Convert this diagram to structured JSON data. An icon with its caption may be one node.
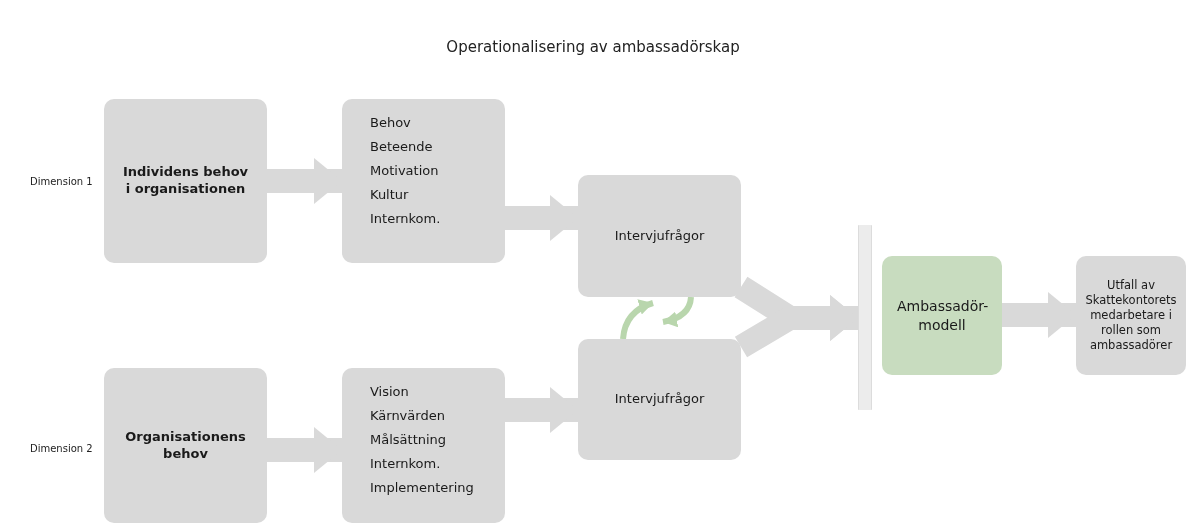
{
  "diagram": {
    "title": "Operationalisering av ambassadörskap",
    "nodes": [
      {
        "text": [
          "Individens behov i organisationen"
        ]
      },
      {
        "text": [
          "Behov",
          "Beteende",
          "Motivation",
          "Kultur",
          "Internkom."
        ]
      },
      {
        "text": [
          "Organisationens behov"
        ]
      },
      {
        "text": [
          "Vision",
          "Kärnvärden",
          "Målsättning",
          "Internkom.",
          "Implementering"
        ]
      },
      {
        "text": [
          "Intervjufrågor"
        ]
      },
      {
        "text": [
          "Intervjufrågor"
        ]
      },
      {
        "text": [],
        "shape": "bar"
      },
      {
        "text": [
          "Ambassadör- modell"
        ]
      },
      {
        "text": [
          "Utfall av Skattekontorets medarbetare i rollen som ambassadörer"
        ]
      }
    ],
    "edges": [
      {
        "from": 0,
        "to": 1,
        "arrow": "to"
      },
      {
        "from": 1,
        "to": 4,
        "arrow": "to"
      },
      {
        "from": 2,
        "to": 3,
        "arrow": "to"
      },
      {
        "from": 3,
        "to": 5,
        "arrow": "to"
      },
      {
        "from": 5,
        "to": 4,
        "arrow": "to",
        "color": "#b9d6ad"
      },
      {
        "from": 4,
        "to": 5,
        "arrow": "to",
        "color": "#b9d6ad"
      },
      {
        "from": 4,
        "to": 6,
        "arrow": "to"
      },
      {
        "from": 5,
        "to": 6,
        "arrow": "to"
      },
      {
        "from": 7,
        "to": 8,
        "arrow": "to"
      }
    ],
    "labels": [
      "Dimension 1",
      "Dimension 2"
    ]
  }
}
